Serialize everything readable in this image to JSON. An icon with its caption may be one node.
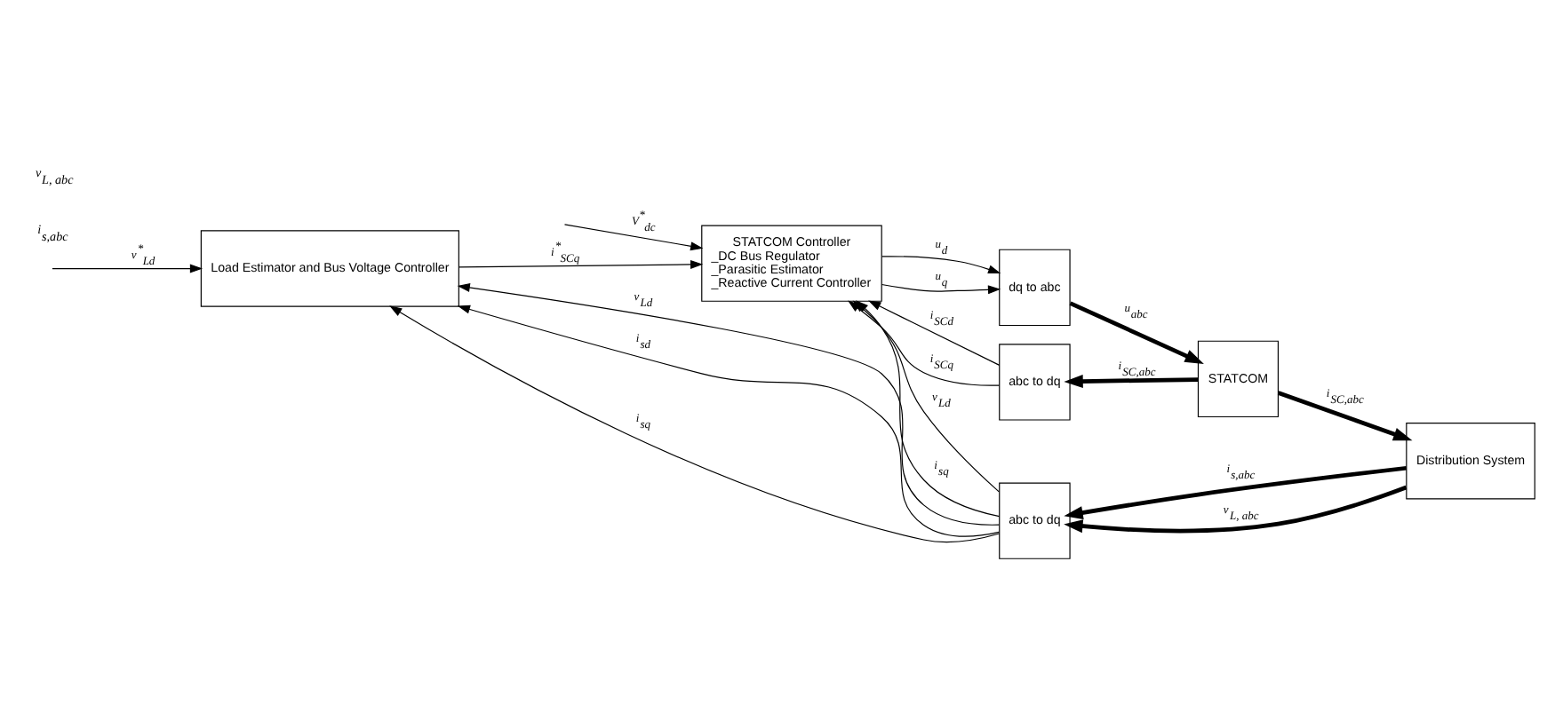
{
  "diagram": {
    "nodes": [
      {
        "text": [
          "Load Estimator and Bus Voltage Controller"
        ]
      },
      {
        "text": [
          "STATCOM Controller",
          "_DC Bus Regulator",
          "_Parasitic Estimator",
          "_Reactive Current Controller"
        ]
      },
      {
        "text": [
          "dq to abc"
        ]
      },
      {
        "text": [
          "STATCOM"
        ]
      },
      {
        "text": [
          "Distribution System"
        ]
      },
      {
        "text": [
          "abc to dq"
        ]
      },
      {
        "text": [
          "abc to dq"
        ]
      }
    ],
    "edges": [
      {
        "from": null,
        "to": 0,
        "arrow": "to",
        "label": "v$^{*}$$_{Ld}$"
      },
      {
        "from": null,
        "to": 1,
        "arrow": "to",
        "label": "V$^{*}$$_{dc}$"
      },
      {
        "from": 0,
        "to": 1,
        "arrow": "to",
        "label": "i$^{*}$$_{SCq}$"
      },
      {
        "from": 1,
        "to": 2,
        "arrow": "to",
        "label": "u$_{d}$"
      },
      {
        "from": 1,
        "to": 2,
        "arrow": "to",
        "label": "u$_{q}$"
      },
      {
        "from": 2,
        "to": 3,
        "arrow": "to",
        "label": "u$_{abc}$",
        "style": "thick"
      },
      {
        "from": 3,
        "to": 4,
        "arrow": "to",
        "label": "i$_{SC,abc}$",
        "style": "thick"
      },
      {
        "from": 3,
        "to": 5,
        "arrow": "to",
        "label": "i$_{SC,abc}$",
        "style": "thick"
      },
      {
        "from": 5,
        "to": 1,
        "arrow": "to",
        "label": "i$_{SCd}$"
      },
      {
        "from": 5,
        "to": 1,
        "arrow": "to",
        "label": "i$_{SCq}$"
      },
      {
        "from": 4,
        "to": 6,
        "arrow": "to",
        "label": "i$_{s,abc}$",
        "style": "thick"
      },
      {
        "from": 4,
        "to": 6,
        "arrow": "to",
        "label": "v$_{L, abc}$",
        "style": "thick"
      },
      {
        "from": 6,
        "to": 0,
        "arrow": "to",
        "label": "v$_{Ld}$"
      },
      {
        "from": 6,
        "to": 0,
        "arrow": "to",
        "label": "i$_{sd}$"
      },
      {
        "from": 6,
        "to": 0,
        "arrow": "to",
        "label": "i$_{sq}$"
      },
      {
        "from": 6,
        "to": 1,
        "arrow": "to",
        "label": "v$_{Ld}$"
      },
      {
        "from": 6,
        "to": 1,
        "arrow": "to",
        "label": "i$_{sq}$"
      }
    ],
    "labels": [
      "i$_{s,abc}$",
      "v$_{L, abc}$"
    ]
  }
}
